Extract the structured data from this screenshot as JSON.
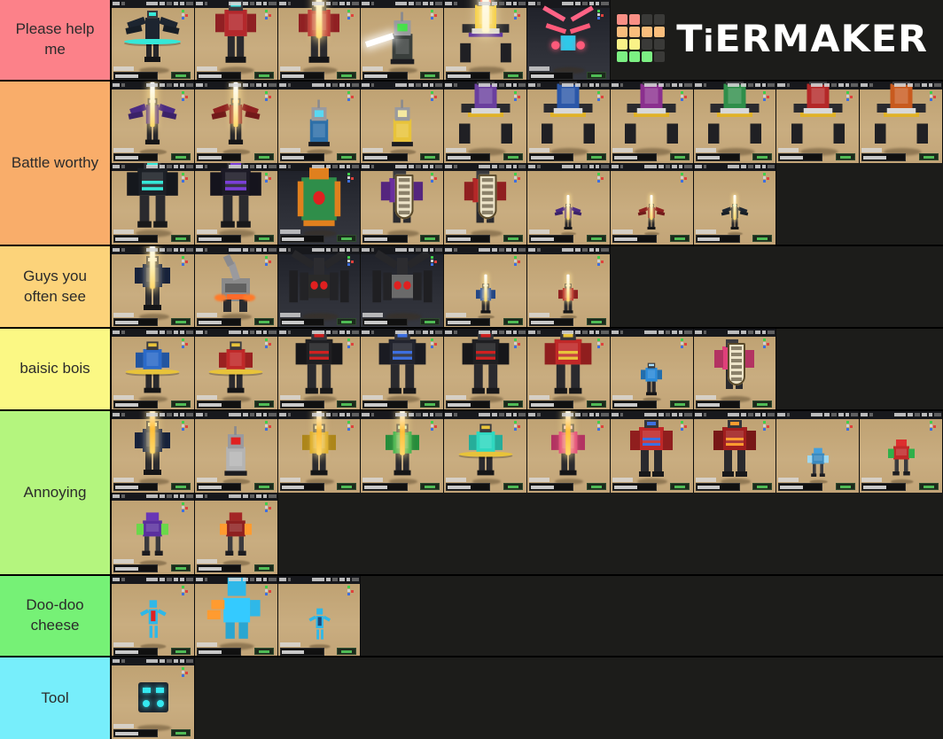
{
  "app": {
    "name": "TierMaker",
    "logo_text_parts": [
      "T",
      "i",
      "ERMAKER"
    ],
    "background_color": "#1c1c1a",
    "logo_grid_colors": [
      "#f98f85",
      "#f98f85",
      "#3a3a38",
      "#3a3a38",
      "#f9bd7c",
      "#f9bd7c",
      "#f9bd7c",
      "#f9bd7c",
      "#f9f287",
      "#f9f287",
      "#3a3a38",
      "#3a3a38",
      "#7cf083",
      "#7cf083",
      "#7cf083",
      "#3a3a38"
    ]
  },
  "tiers": [
    {
      "label": "Please help me",
      "color": "#fc8189",
      "height": 92,
      "items": [
        {
          "name": "dark-teal-winged-mech-with-bow",
          "bg": "tan",
          "body": "#1d2530",
          "accent": "#35e8d8",
          "pose": "winged",
          "weapon": "bow",
          "scale": 1.0
        },
        {
          "name": "red-cyan-knight-mech",
          "bg": "tan",
          "body": "#b4282c",
          "accent": "#3fe0dd",
          "pose": "biped",
          "weapon": "none",
          "scale": 1.15
        },
        {
          "name": "red-horned-knight-mech",
          "bg": "tan",
          "body": "#b4282c",
          "accent": "#ddd9cf",
          "pose": "biped",
          "weapon": "sword",
          "scale": 1.15
        },
        {
          "name": "green-lamp-turret-bot",
          "bg": "tan",
          "body": "#3a3f3c",
          "accent": "#46e04a",
          "pose": "turret",
          "weapon": "beam",
          "scale": 0.95
        },
        {
          "name": "yellow-purple-spider-mech",
          "bg": "tan",
          "body": "#f2c31e",
          "accent": "#5a2f9e",
          "pose": "spider",
          "weapon": "beam",
          "scale": 1.2
        },
        {
          "name": "cyan-crab-drone",
          "bg": "dark",
          "body": "#2fc8e8",
          "accent": "#ff5a7a",
          "pose": "drone",
          "weapon": "none",
          "scale": 1.05
        }
      ]
    },
    {
      "label": "Battle worthy",
      "color": "#f9ad6a",
      "height": 186,
      "items": [
        {
          "name": "purple-winged-swordsman",
          "bg": "tan",
          "body": "#4a2a82",
          "accent": "#d9c9f5",
          "pose": "winged",
          "weapon": "sword",
          "scale": 0.9
        },
        {
          "name": "red-flame-swordsman",
          "bg": "tan",
          "body": "#8e2020",
          "accent": "#ff9b30",
          "pose": "winged",
          "weapon": "sword",
          "scale": 0.9
        },
        {
          "name": "blue-bucket-bot",
          "bg": "tan",
          "body": "#2d6fa8",
          "accent": "#59d8f2",
          "pose": "turret",
          "weapon": "none",
          "scale": 0.85
        },
        {
          "name": "yellow-tower-bot",
          "bg": "tan",
          "body": "#e8c33a",
          "accent": "#f5e9a0",
          "pose": "turret",
          "weapon": "none",
          "scale": 0.85
        },
        {
          "name": "purple-gold-spider-mech",
          "bg": "tan",
          "body": "#6a3f9e",
          "accent": "#e0b228",
          "pose": "spider",
          "weapon": "none",
          "scale": 1.25
        },
        {
          "name": "blue-spider-mech",
          "bg": "tan",
          "body": "#2b57a8",
          "accent": "#e0b228",
          "pose": "spider",
          "weapon": "none",
          "scale": 1.25
        },
        {
          "name": "magenta-spider-mech",
          "bg": "tan",
          "body": "#8a2f8e",
          "accent": "#e0b228",
          "pose": "spider",
          "weapon": "none",
          "scale": 1.25
        },
        {
          "name": "green-spider-mech",
          "bg": "tan",
          "body": "#2f8e4a",
          "accent": "#e0b228",
          "pose": "spider",
          "weapon": "none",
          "scale": 1.25
        },
        {
          "name": "crimson-spider-mech",
          "bg": "tan",
          "body": "#b42828",
          "accent": "#e0b228",
          "pose": "spider",
          "weapon": "none",
          "scale": 1.25
        },
        {
          "name": "orange-spider-mech",
          "bg": "tan",
          "body": "#c85a1e",
          "accent": "#e0b228",
          "pose": "spider",
          "weapon": "none",
          "scale": 1.25
        },
        {
          "name": "teal-glowing-heavy-mech",
          "bg": "tan",
          "body": "#1c2026",
          "accent": "#35e8d8",
          "pose": "heavy",
          "weapon": "none",
          "scale": 1.2
        },
        {
          "name": "purple-glowing-heavy-mech",
          "bg": "tan",
          "body": "#1c1a26",
          "accent": "#7a3fd8",
          "pose": "heavy",
          "weapon": "none",
          "scale": 1.2
        },
        {
          "name": "green-orange-totem-bot",
          "bg": "dark",
          "body": "#2f8e4a",
          "accent": "#e0801e",
          "pose": "totem",
          "weapon": "none",
          "scale": 1.1
        },
        {
          "name": "purple-shield-bearer",
          "bg": "tan",
          "body": "#6a2f9e",
          "accent": "#ece3c8",
          "pose": "shield",
          "weapon": "shield",
          "scale": 1.05
        },
        {
          "name": "red-shield-bearer",
          "bg": "tan",
          "body": "#b42828",
          "accent": "#ece3c8",
          "pose": "shield",
          "weapon": "shield",
          "scale": 1.05
        },
        {
          "name": "small-purple-flier",
          "bg": "tan",
          "body": "#4a2a82",
          "accent": "#c8b8f0",
          "pose": "winged",
          "weapon": "sword",
          "scale": 0.5
        },
        {
          "name": "small-flame-flier",
          "bg": "tan",
          "body": "#8e2020",
          "accent": "#ff9b30",
          "pose": "winged",
          "weapon": "sword",
          "scale": 0.5
        },
        {
          "name": "small-teal-flier",
          "bg": "tan",
          "body": "#1d2530",
          "accent": "#35e8d8",
          "pose": "winged",
          "weapon": "sword",
          "scale": 0.5
        }
      ]
    },
    {
      "label": "Guys you often see",
      "color": "#fcd37a",
      "height": 93,
      "items": [
        {
          "name": "navy-swordsman",
          "bg": "tan",
          "body": "#1d2b4a",
          "accent": "#e8e8f0",
          "pose": "biped",
          "weapon": "sword",
          "scale": 1.0
        },
        {
          "name": "grey-artillery-walker",
          "bg": "tan",
          "body": "#8a8a8a",
          "accent": "#ff6a2a",
          "pose": "artillery",
          "weapon": "cannon",
          "scale": 1.0
        },
        {
          "name": "black-quad-drone",
          "bg": "dark",
          "body": "#2a2a2a",
          "accent": "#e02020",
          "pose": "quad",
          "weapon": "none",
          "scale": 1.2
        },
        {
          "name": "grey-quad-spider-drone",
          "bg": "dark",
          "body": "#6a6a6a",
          "accent": "#e02020",
          "pose": "quad",
          "weapon": "none",
          "scale": 1.2
        },
        {
          "name": "small-blue-swordsman",
          "bg": "tan",
          "body": "#2b57a8",
          "accent": "#cfe8ff",
          "pose": "biped",
          "weapon": "sword",
          "scale": 0.55
        },
        {
          "name": "small-red-swordsman",
          "bg": "tan",
          "body": "#b42828",
          "accent": "#ffd9a0",
          "pose": "biped",
          "weapon": "sword",
          "scale": 0.55
        }
      ]
    },
    {
      "label": "baisic bois",
      "color": "#fbf884",
      "height": 93,
      "items": [
        {
          "name": "blue-bow-bot",
          "bg": "tan",
          "body": "#2b6ac8",
          "accent": "#e8c33a",
          "pose": "biped",
          "weapon": "bow",
          "scale": 0.95
        },
        {
          "name": "red-bow-bot",
          "bg": "tan",
          "body": "#c02828",
          "accent": "#e8c33a",
          "pose": "biped",
          "weapon": "bow",
          "scale": 0.95
        },
        {
          "name": "black-red-heavy-bot",
          "bg": "tan",
          "body": "#1f1f22",
          "accent": "#d02020",
          "pose": "heavy",
          "weapon": "none",
          "scale": 1.1
        },
        {
          "name": "dark-blue-heavy-bot",
          "bg": "tan",
          "body": "#22242e",
          "accent": "#3d6fe0",
          "pose": "heavy",
          "weapon": "none",
          "scale": 1.1
        },
        {
          "name": "black-crimson-heavy-bot",
          "bg": "tan",
          "body": "#1f1f22",
          "accent": "#d02020",
          "pose": "heavy",
          "weapon": "none",
          "scale": 1.1
        },
        {
          "name": "red-gold-heavy-bot",
          "bg": "tan",
          "body": "#c02828",
          "accent": "#e8c33a",
          "pose": "heavy",
          "weapon": "none",
          "scale": 1.1
        },
        {
          "name": "small-blue-bot",
          "bg": "tan",
          "body": "#2b8ad8",
          "accent": "#a8e0ff",
          "pose": "biped",
          "weapon": "none",
          "scale": 0.6
        },
        {
          "name": "pink-shield-bearer",
          "bg": "tan",
          "body": "#e0407a",
          "accent": "#ece3c8",
          "pose": "shield",
          "weapon": "shield",
          "scale": 1.0
        }
      ]
    },
    {
      "label": "Annoying",
      "color": "#b4f57e",
      "height": 186,
      "items": [
        {
          "name": "navy-beam-swordsman",
          "bg": "tan",
          "body": "#1d2b4a",
          "accent": "#fff0b0",
          "pose": "biped",
          "weapon": "beamsword",
          "scale": 1.0
        },
        {
          "name": "red-grey-antenna-bot",
          "bg": "tan",
          "body": "#b4b4b4",
          "accent": "#e02020",
          "pose": "turret",
          "weapon": "none",
          "scale": 0.9
        },
        {
          "name": "gold-beam-swordsman",
          "bg": "tan",
          "body": "#d8a820",
          "accent": "#fff0b0",
          "pose": "biped",
          "weapon": "beamsword",
          "scale": 0.95
        },
        {
          "name": "green-beam-swordsman",
          "bg": "tan",
          "body": "#2fb04a",
          "accent": "#d8ffcf",
          "pose": "biped",
          "weapon": "beamsword",
          "scale": 0.95
        },
        {
          "name": "teal-bow-bot",
          "bg": "tan",
          "body": "#2fd8c0",
          "accent": "#e8c33a",
          "pose": "biped",
          "weapon": "bow",
          "scale": 0.95
        },
        {
          "name": "pink-beam-swordsman",
          "bg": "tan",
          "body": "#e0407a",
          "accent": "#ffd0e0",
          "pose": "biped",
          "weapon": "beamsword",
          "scale": 0.95
        },
        {
          "name": "red-blue-heavy-bot",
          "bg": "tan",
          "body": "#c02828",
          "accent": "#3d6fe0",
          "pose": "heavy",
          "weapon": "none",
          "scale": 1.0
        },
        {
          "name": "crimson-heavy-bot",
          "bg": "tan",
          "body": "#a01e1e",
          "accent": "#ff9b30",
          "pose": "heavy",
          "weapon": "none",
          "scale": 1.0
        },
        {
          "name": "small-blue-walker",
          "bg": "tan",
          "body": "#3a8ac0",
          "accent": "#9fd8f0",
          "pose": "walker",
          "weapon": "none",
          "scale": 0.6
        },
        {
          "name": "small-red-walker",
          "bg": "tan",
          "body": "#c02828",
          "accent": "#2fb04a",
          "pose": "walker",
          "weapon": "none",
          "scale": 0.75
        },
        {
          "name": "purple-green-walker",
          "bg": "tan",
          "body": "#5a2f9e",
          "accent": "#6ad84a",
          "pose": "walker",
          "weapon": "none",
          "scale": 0.9
        },
        {
          "name": "flame-green-walker",
          "bg": "tan",
          "body": "#8e2020",
          "accent": "#ff9b30",
          "pose": "walker",
          "weapon": "none",
          "scale": 0.9
        }
      ]
    },
    {
      "label": "Doo-doo cheese",
      "color": "#76f176",
      "height": 92,
      "items": [
        {
          "name": "cyan-stick-bot",
          "bg": "tan",
          "body": "#2fb8e8",
          "accent": "#e02020",
          "pose": "stick",
          "weapon": "none",
          "scale": 0.85
        },
        {
          "name": "cyan-orange-blocky-bot",
          "bg": "tan",
          "body": "#2fb8e8",
          "accent": "#ff9b30",
          "pose": "blocky",
          "weapon": "none",
          "scale": 1.15
        },
        {
          "name": "small-cyan-bot",
          "bg": "tan",
          "body": "#2fb8e8",
          "accent": "#1d4a7a",
          "pose": "stick",
          "weapon": "none",
          "scale": 0.7
        }
      ]
    },
    {
      "label": "Tool",
      "color": "#77eefb",
      "height": 92,
      "items": [
        {
          "name": "cyan-glowing-cube-tool",
          "bg": "tan",
          "body": "#1c2630",
          "accent": "#35e8f0",
          "pose": "cube",
          "weapon": "none",
          "scale": 1.0
        }
      ]
    }
  ]
}
